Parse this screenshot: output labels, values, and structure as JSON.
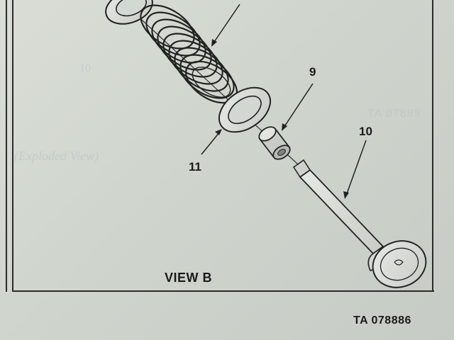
{
  "drawing": {
    "callouts": {
      "nine": "9",
      "ten": "10",
      "eleven": "11"
    },
    "view_label": "VIEW B",
    "ta_number": "TA 078886"
  },
  "bleed_through": {
    "number": "10",
    "ta_partial": "TA 07889",
    "caption_partial": "(Exploded View)"
  }
}
